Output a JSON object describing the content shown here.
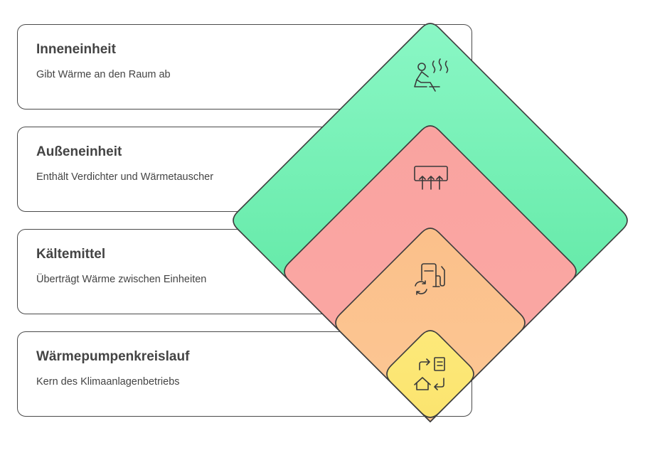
{
  "layers": [
    {
      "title": "Inneneinheit",
      "description": "Gibt Wärme an den Raum ab",
      "icon": "person-heat-icon",
      "color": "#6ee7a8"
    },
    {
      "title": "Außeneinheit",
      "description": "Enthält Verdichter und Wärmetauscher",
      "icon": "heater-unit-icon",
      "color": "#fca5a5"
    },
    {
      "title": "Kältemittel",
      "description": "Überträgt Wärme zwischen Einheiten",
      "icon": "fuel-pump-icon",
      "color": "#fcc590"
    },
    {
      "title": "Wärmepumpenkreislauf",
      "description": "Kern des Klimaanlagenbetriebs",
      "icon": "home-cycle-icon",
      "color": "#fdea7d"
    }
  ]
}
